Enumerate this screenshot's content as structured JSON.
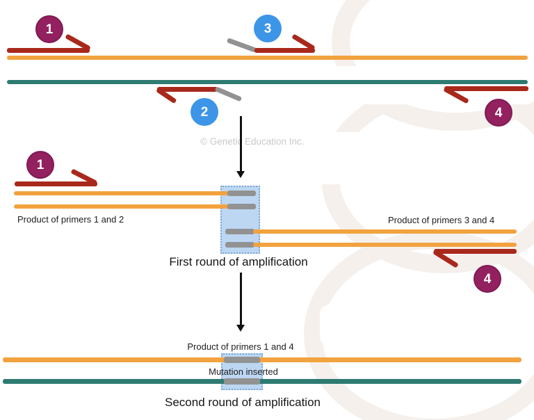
{
  "diagram": {
    "watermark_text": "© Genetic Education Inc.",
    "badges": {
      "1": "1",
      "2": "2",
      "3": "3",
      "4": "4"
    },
    "sections": {
      "middle": {
        "product_left_label": "Product of primers 1 and 2",
        "product_right_label": "Product of primers 3 and 4",
        "caption": "First round of amplification"
      },
      "bottom": {
        "product_label": "Product of primers 1 and 4",
        "mutation_label": "Mutation inserted",
        "caption": "Second round of amplification"
      }
    },
    "colors": {
      "template_strand_top": "#F2A23E",
      "template_strand_bottom": "#2E7B72",
      "primer": "#A9281C",
      "mutation_segment": "#929292",
      "badge_magenta": "#93205F",
      "badge_blue": "#3D95E8",
      "highlight_fill": "#BDD7F2",
      "highlight_border": "#7AA7D8",
      "arrow": "#111111",
      "text": "#1D1D1D",
      "watermark": "#C9C9C9"
    }
  }
}
